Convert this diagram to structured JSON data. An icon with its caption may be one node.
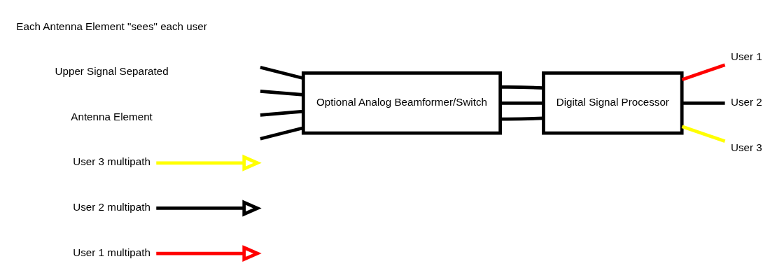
{
  "diagram": {
    "nodes": [
      {
        "text": [
          "User 1 multipath"
        ]
      },
      {
        "text": [
          "User 2 multipath"
        ]
      },
      {
        "text": [
          "User 3 multipath"
        ]
      },
      {
        "text": [
          "Optional Analog Beamformer/Switch"
        ]
      },
      {
        "text": [
          "Digital Signal Processor"
        ]
      },
      {
        "text": [
          "User 1"
        ]
      },
      {
        "text": [
          "User 2"
        ]
      },
      {
        "text": [
          "User 3"
        ]
      }
    ],
    "edges": [
      {
        "from": 0,
        "to": null,
        "arrow": "to",
        "color": "#ff0000"
      },
      {
        "from": 1,
        "to": null,
        "arrow": "to"
      },
      {
        "from": 2,
        "to": null,
        "arrow": "to",
        "color": "#ffff00"
      },
      {
        "from": null,
        "to": 3,
        "arrow": "none"
      },
      {
        "from": null,
        "to": 3,
        "arrow": "none"
      },
      {
        "from": null,
        "to": 3,
        "arrow": "none"
      },
      {
        "from": null,
        "to": 3,
        "arrow": "none"
      },
      {
        "from": 3,
        "to": 4,
        "arrow": "none"
      },
      {
        "from": 3,
        "to": 4,
        "arrow": "none"
      },
      {
        "from": 3,
        "to": 4,
        "arrow": "none"
      },
      {
        "from": 4,
        "to": 5,
        "arrow": "none",
        "color": "#ff0000"
      },
      {
        "from": 4,
        "to": 6,
        "arrow": "none"
      },
      {
        "from": 4,
        "to": 7,
        "arrow": "none",
        "color": "#ffff00"
      }
    ],
    "labels": [
      "Antenna Element",
      "Upper Signal Separated",
      "Each Antenna Element \"sees\" each user"
    ]
  }
}
